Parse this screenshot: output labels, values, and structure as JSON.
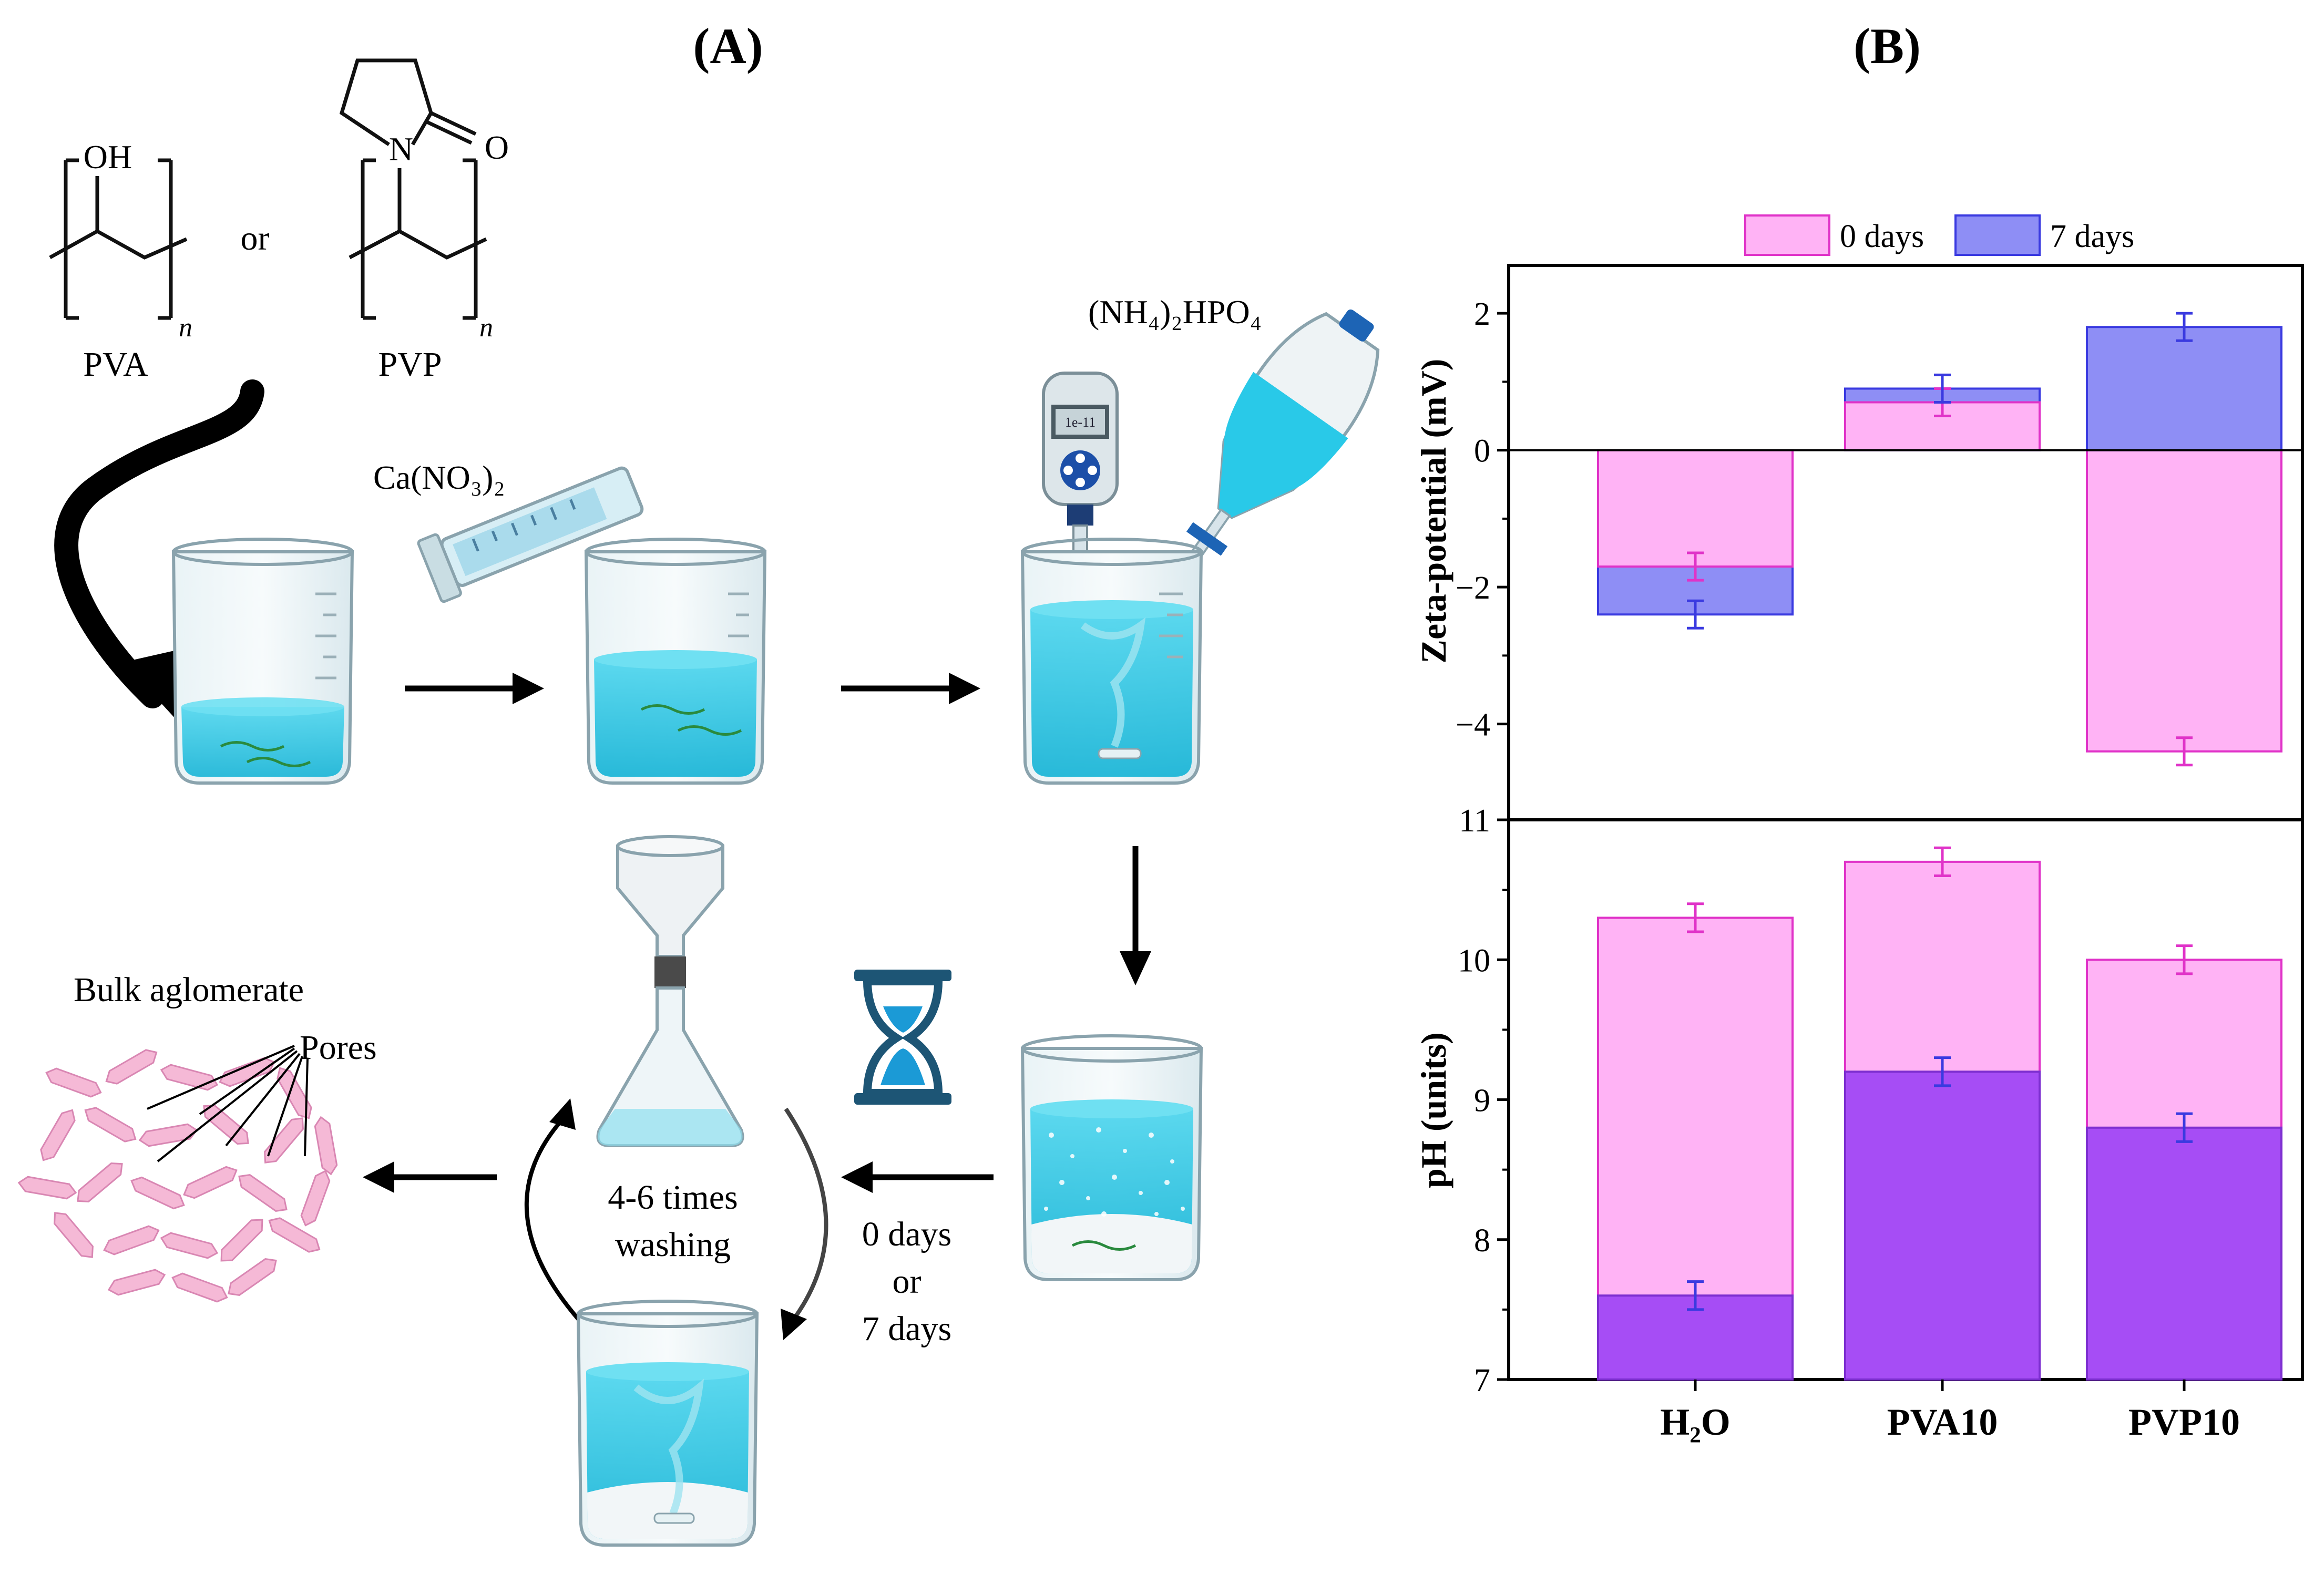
{
  "panels": {
    "a_label": "(A)",
    "b_label": "(B)"
  },
  "diagram": {
    "pva_label": "PVA",
    "pvp_label": "PVP",
    "or_label": "or",
    "oh_label": "OH",
    "n_atom": "N",
    "o_atom": "O",
    "n_sub": "n",
    "ca_reagent": "Ca(NO₃)₂",
    "phosphate_reagent": "(NH₄)₂HPO₄",
    "ph_display": "1e-11",
    "washing_line1": "4-6 times",
    "washing_line2": "washing",
    "aging_line1": "0 days",
    "aging_line2": "or",
    "aging_line3": "7 days",
    "bulk_label": "Bulk aglomerate",
    "pores_label": "Pores"
  },
  "colors": {
    "series_0days": "#ffb3f5",
    "series_0days_edge": "#e033c8",
    "series_7days_zeta": "#8e8ef5",
    "series_7days_ph": "#a64df5",
    "series_7days_edge": "#3a3ae0",
    "liquid": "#29c9e8",
    "crystal": "#f5b9d6"
  },
  "chart_data": [
    {
      "type": "bar",
      "ylabel": "Zeta-potential (mV)",
      "categories": [
        "H₂O",
        "PVA10",
        "PVP10"
      ],
      "ylim": [
        -5.4,
        2.7
      ],
      "yticks": [
        2,
        0,
        -2,
        -4
      ],
      "legend": "top",
      "series": [
        {
          "name": "0 days",
          "values": [
            -1.7,
            0.7,
            -4.4
          ],
          "errors": [
            0.2,
            0.2,
            0.2
          ]
        },
        {
          "name": "7 days",
          "values": [
            -2.4,
            0.9,
            1.8
          ],
          "errors": [
            0.2,
            0.2,
            0.2
          ]
        }
      ]
    },
    {
      "type": "bar",
      "ylabel": "pH (units)",
      "categories": [
        "H₂O",
        "PVA10",
        "PVP10"
      ],
      "ylim": [
        7,
        11
      ],
      "yticks": [
        7,
        8,
        9,
        10,
        11
      ],
      "series": [
        {
          "name": "0 days",
          "values": [
            10.3,
            10.7,
            10.0
          ],
          "errors": [
            0.1,
            0.1,
            0.1
          ]
        },
        {
          "name": "7 days",
          "values": [
            7.6,
            9.2,
            8.8
          ],
          "errors": [
            0.1,
            0.1,
            0.1
          ]
        }
      ]
    }
  ],
  "category_labels": {
    "h2o": "H₂O",
    "pva10": "PVA10",
    "pvp10": "PVP10"
  }
}
